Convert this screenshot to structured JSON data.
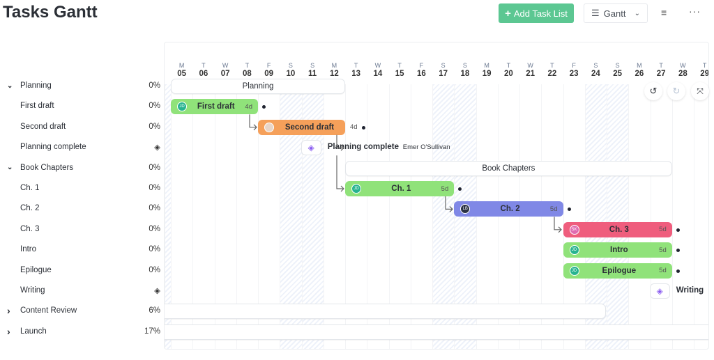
{
  "header": {
    "title": "Tasks Gantt",
    "add_label": "Add Task List",
    "add_icon": "plus-icon",
    "view_label": "Gantt",
    "view_icon": "gantt-icon",
    "filter_icon": "filter-icon",
    "more_icon": "more-icon"
  },
  "days": [
    [
      "M",
      "05"
    ],
    [
      "T",
      "06"
    ],
    [
      "W",
      "07"
    ],
    [
      "T",
      "08"
    ],
    [
      "F",
      "09"
    ],
    [
      "S",
      "10"
    ],
    [
      "S",
      "11"
    ],
    [
      "M",
      "12"
    ],
    [
      "T",
      "13"
    ],
    [
      "W",
      "14"
    ],
    [
      "T",
      "15"
    ],
    [
      "F",
      "16"
    ],
    [
      "S",
      "17"
    ],
    [
      "S",
      "18"
    ],
    [
      "M",
      "19"
    ],
    [
      "T",
      "20"
    ],
    [
      "W",
      "21"
    ],
    [
      "T",
      "22"
    ],
    [
      "F",
      "23"
    ],
    [
      "S",
      "24"
    ],
    [
      "S",
      "25"
    ],
    [
      "M",
      "26"
    ],
    [
      "T",
      "27"
    ],
    [
      "W",
      "28"
    ],
    [
      "T",
      "29"
    ]
  ],
  "rows": [
    {
      "name": "Planning",
      "pct": "0%",
      "group": true,
      "expanded": true
    },
    {
      "name": "First draft",
      "pct": "0%"
    },
    {
      "name": "Second draft",
      "pct": "0%"
    },
    {
      "name": "Planning complete",
      "milestone": true
    },
    {
      "name": "Book Chapters",
      "pct": "0%",
      "group": true,
      "expanded": true
    },
    {
      "name": "Ch. 1",
      "pct": "0%"
    },
    {
      "name": "Ch. 2",
      "pct": "0%"
    },
    {
      "name": "Ch. 3",
      "pct": "0%"
    },
    {
      "name": "Intro",
      "pct": "0%"
    },
    {
      "name": "Epilogue",
      "pct": "0%"
    },
    {
      "name": "Writing",
      "milestone": true
    },
    {
      "name": "Content Review",
      "pct": "6%",
      "group": true,
      "expanded": false
    },
    {
      "name": "Launch",
      "pct": "17%",
      "group": true,
      "expanded": false
    }
  ],
  "bars": [
    {
      "row": 0,
      "type": "summary",
      "label": "Planning",
      "start": "05",
      "end": "12"
    },
    {
      "row": 1,
      "type": "task",
      "label": "First draft",
      "start": "05",
      "days": 4,
      "duration": "4d",
      "avatar": "JD",
      "avatar_color": "#27b38f",
      "color": "#90e27a"
    },
    {
      "row": 2,
      "type": "task",
      "label": "Second draft",
      "start": "09",
      "days": 4,
      "duration": "4d",
      "avatar": "",
      "avatar_color": "#e8d5c8",
      "color": "#f5a05a",
      "duration_outside": true
    },
    {
      "row": 3,
      "type": "milestone",
      "label": "Planning complete",
      "assignee": "Emer O'Sullivan",
      "at": "12"
    },
    {
      "row": 4,
      "type": "summary",
      "label": "Book Chapters",
      "start": "13",
      "end": "27"
    },
    {
      "row": 5,
      "type": "task",
      "label": "Ch. 1",
      "start": "13",
      "days": 5,
      "duration": "5d",
      "avatar": "JD",
      "avatar_color": "#27b38f",
      "color": "#90e27a"
    },
    {
      "row": 6,
      "type": "task",
      "label": "Ch. 2",
      "start": "18",
      "days": 5,
      "duration": "5d",
      "avatar": "LB",
      "avatar_color": "#2b3245",
      "color": "#8088e6"
    },
    {
      "row": 7,
      "type": "task",
      "label": "Ch. 3",
      "start": "23",
      "days": 5,
      "duration": "5d",
      "avatar": "SK",
      "avatar_color": "#e06bb0",
      "color": "#ef5d7d"
    },
    {
      "row": 8,
      "type": "task",
      "label": "Intro",
      "start": "23",
      "days": 5,
      "duration": "5d",
      "avatar": "JD",
      "avatar_color": "#27b38f",
      "color": "#90e27a"
    },
    {
      "row": 9,
      "type": "task",
      "label": "Epilogue",
      "start": "23",
      "days": 5,
      "duration": "5d",
      "avatar": "JD",
      "avatar_color": "#27b38f",
      "color": "#90e27a"
    },
    {
      "row": 10,
      "type": "milestone",
      "label": "Writing",
      "at": "28"
    }
  ],
  "controls": {
    "undo_icon": "undo-icon",
    "redo_icon": "redo-icon",
    "fit_icon": "fullscreen-icon"
  }
}
